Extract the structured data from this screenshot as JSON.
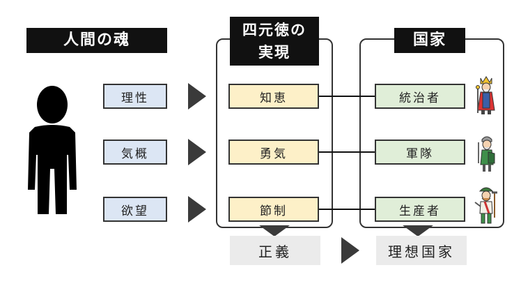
{
  "headers": {
    "soul": "人間の魂",
    "virtue_line1": "四元徳の",
    "virtue_line2": "実現",
    "state": "国家"
  },
  "soul_parts": [
    "理性",
    "気概",
    "欲望"
  ],
  "virtues": [
    "知恵",
    "勇気",
    "節制"
  ],
  "state_classes": [
    "統治者",
    "軍隊",
    "生産者"
  ],
  "results": {
    "justice": "正義",
    "ideal_state": "理想国家"
  },
  "icons": [
    "human-silhouette-icon",
    "king-icon",
    "soldier-icon",
    "farmer-icon"
  ],
  "colors": {
    "header_bg": "#111111",
    "soul_box": "#dce6f4",
    "virtue_box": "#fdf0c8",
    "state_box": "#e0eed8",
    "result_box": "#ebebeb",
    "arrow": "#3a3a3a"
  }
}
